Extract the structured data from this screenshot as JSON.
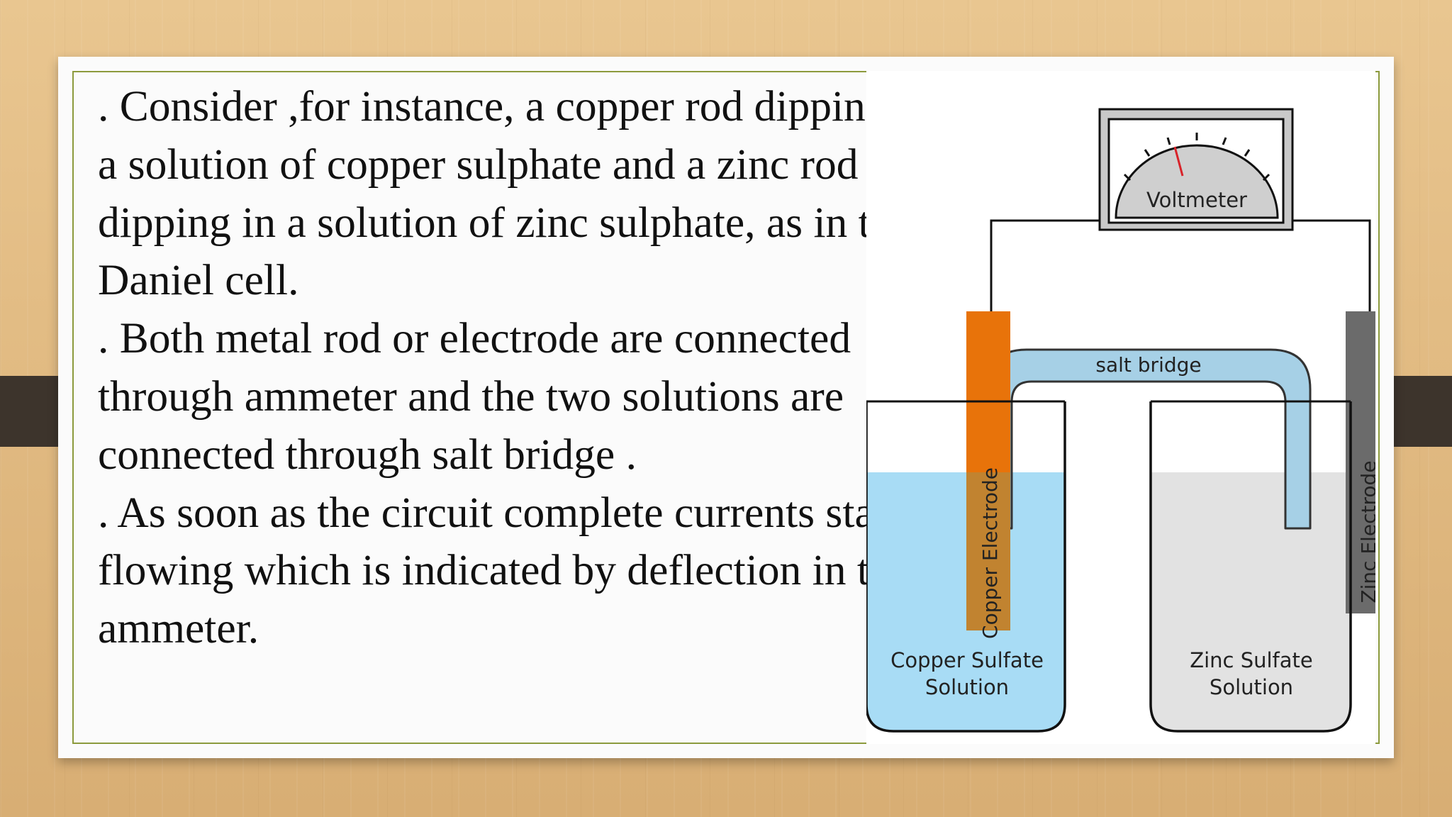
{
  "slide": {
    "paragraphs": [
      ". Consider ,for instance, a copper rod dipping in a solution of  copper sulphate and a zinc rod dipping in a solution of zinc sulphate,  as in the Daniel cell.",
      ". Both metal rod or electrode are connected through ammeter and the two solutions are connected through salt bridge .",
      ". As soon as the circuit complete currents start flowing which is indicated by deflection in the ammeter."
    ]
  },
  "diagram": {
    "voltmeter_label": "Voltmeter",
    "salt_bridge_label": "salt bridge",
    "copper_electrode_label": "Copper Electrode",
    "zinc_electrode_label": "Zinc Electrode",
    "copper_solution_line1": "Copper Sulfate",
    "copper_solution_line2": "Solution",
    "zinc_solution_line1": "Zinc Sulfate",
    "zinc_solution_line2": "Solution",
    "colors": {
      "copper_rod": "#e8730a",
      "zinc_rod": "#6b6b6b",
      "copper_solution": "#a8dcf5",
      "zinc_solution": "#e2e2e2",
      "salt_bridge": "#a6d0e6",
      "frame": "#8c9a3d",
      "wood": "#e3bd85",
      "strap": "#3d342c"
    }
  }
}
